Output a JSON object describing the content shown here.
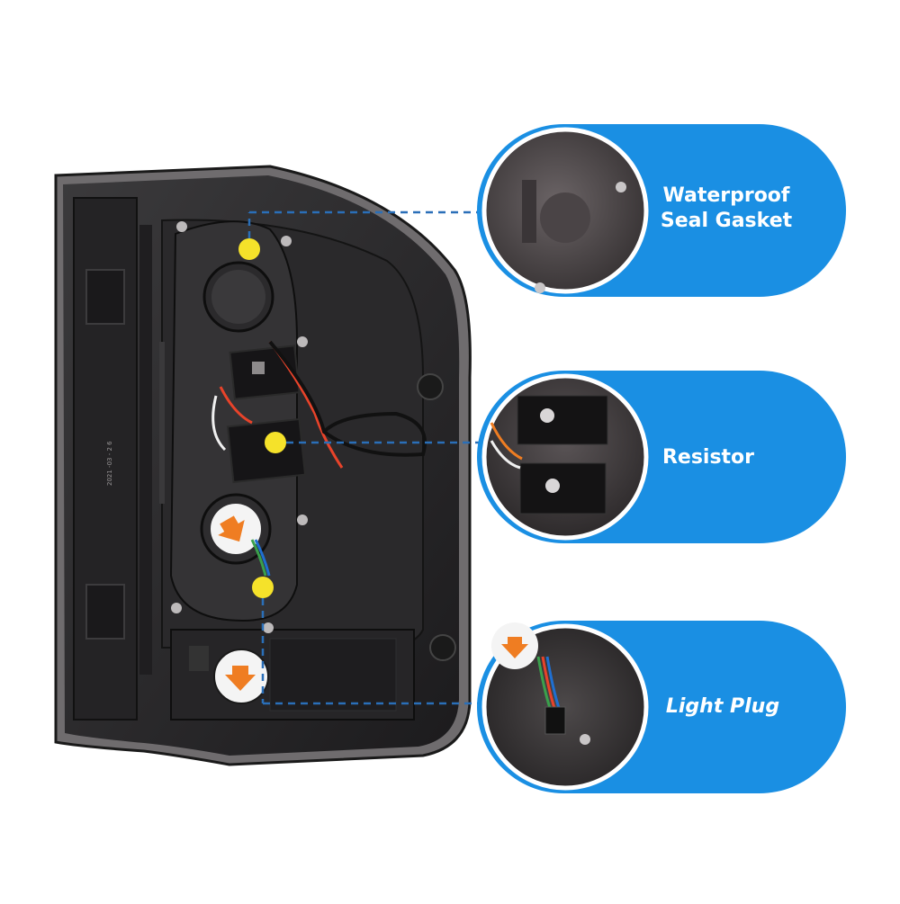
{
  "callouts": [
    {
      "label": "Waterproof\nSeal Gasket",
      "style": "normal"
    },
    {
      "label": "Resistor",
      "style": "normal"
    },
    {
      "label": "Light Plug",
      "style": "italic"
    }
  ],
  "markers": [
    {
      "icon": "yellow-dot-marker"
    },
    {
      "icon": "yellow-dot-marker"
    },
    {
      "icon": "yellow-dot-marker"
    }
  ],
  "housing_marking": "2021 -03 - 2 6",
  "colors": {
    "callout_blue": "#1a8fe3",
    "marker_yellow": "#f5e22a",
    "leader_dash": "#2a6fb8",
    "housing_dark": "#2b2b2d",
    "arrow_orange": "#ef7d22"
  }
}
